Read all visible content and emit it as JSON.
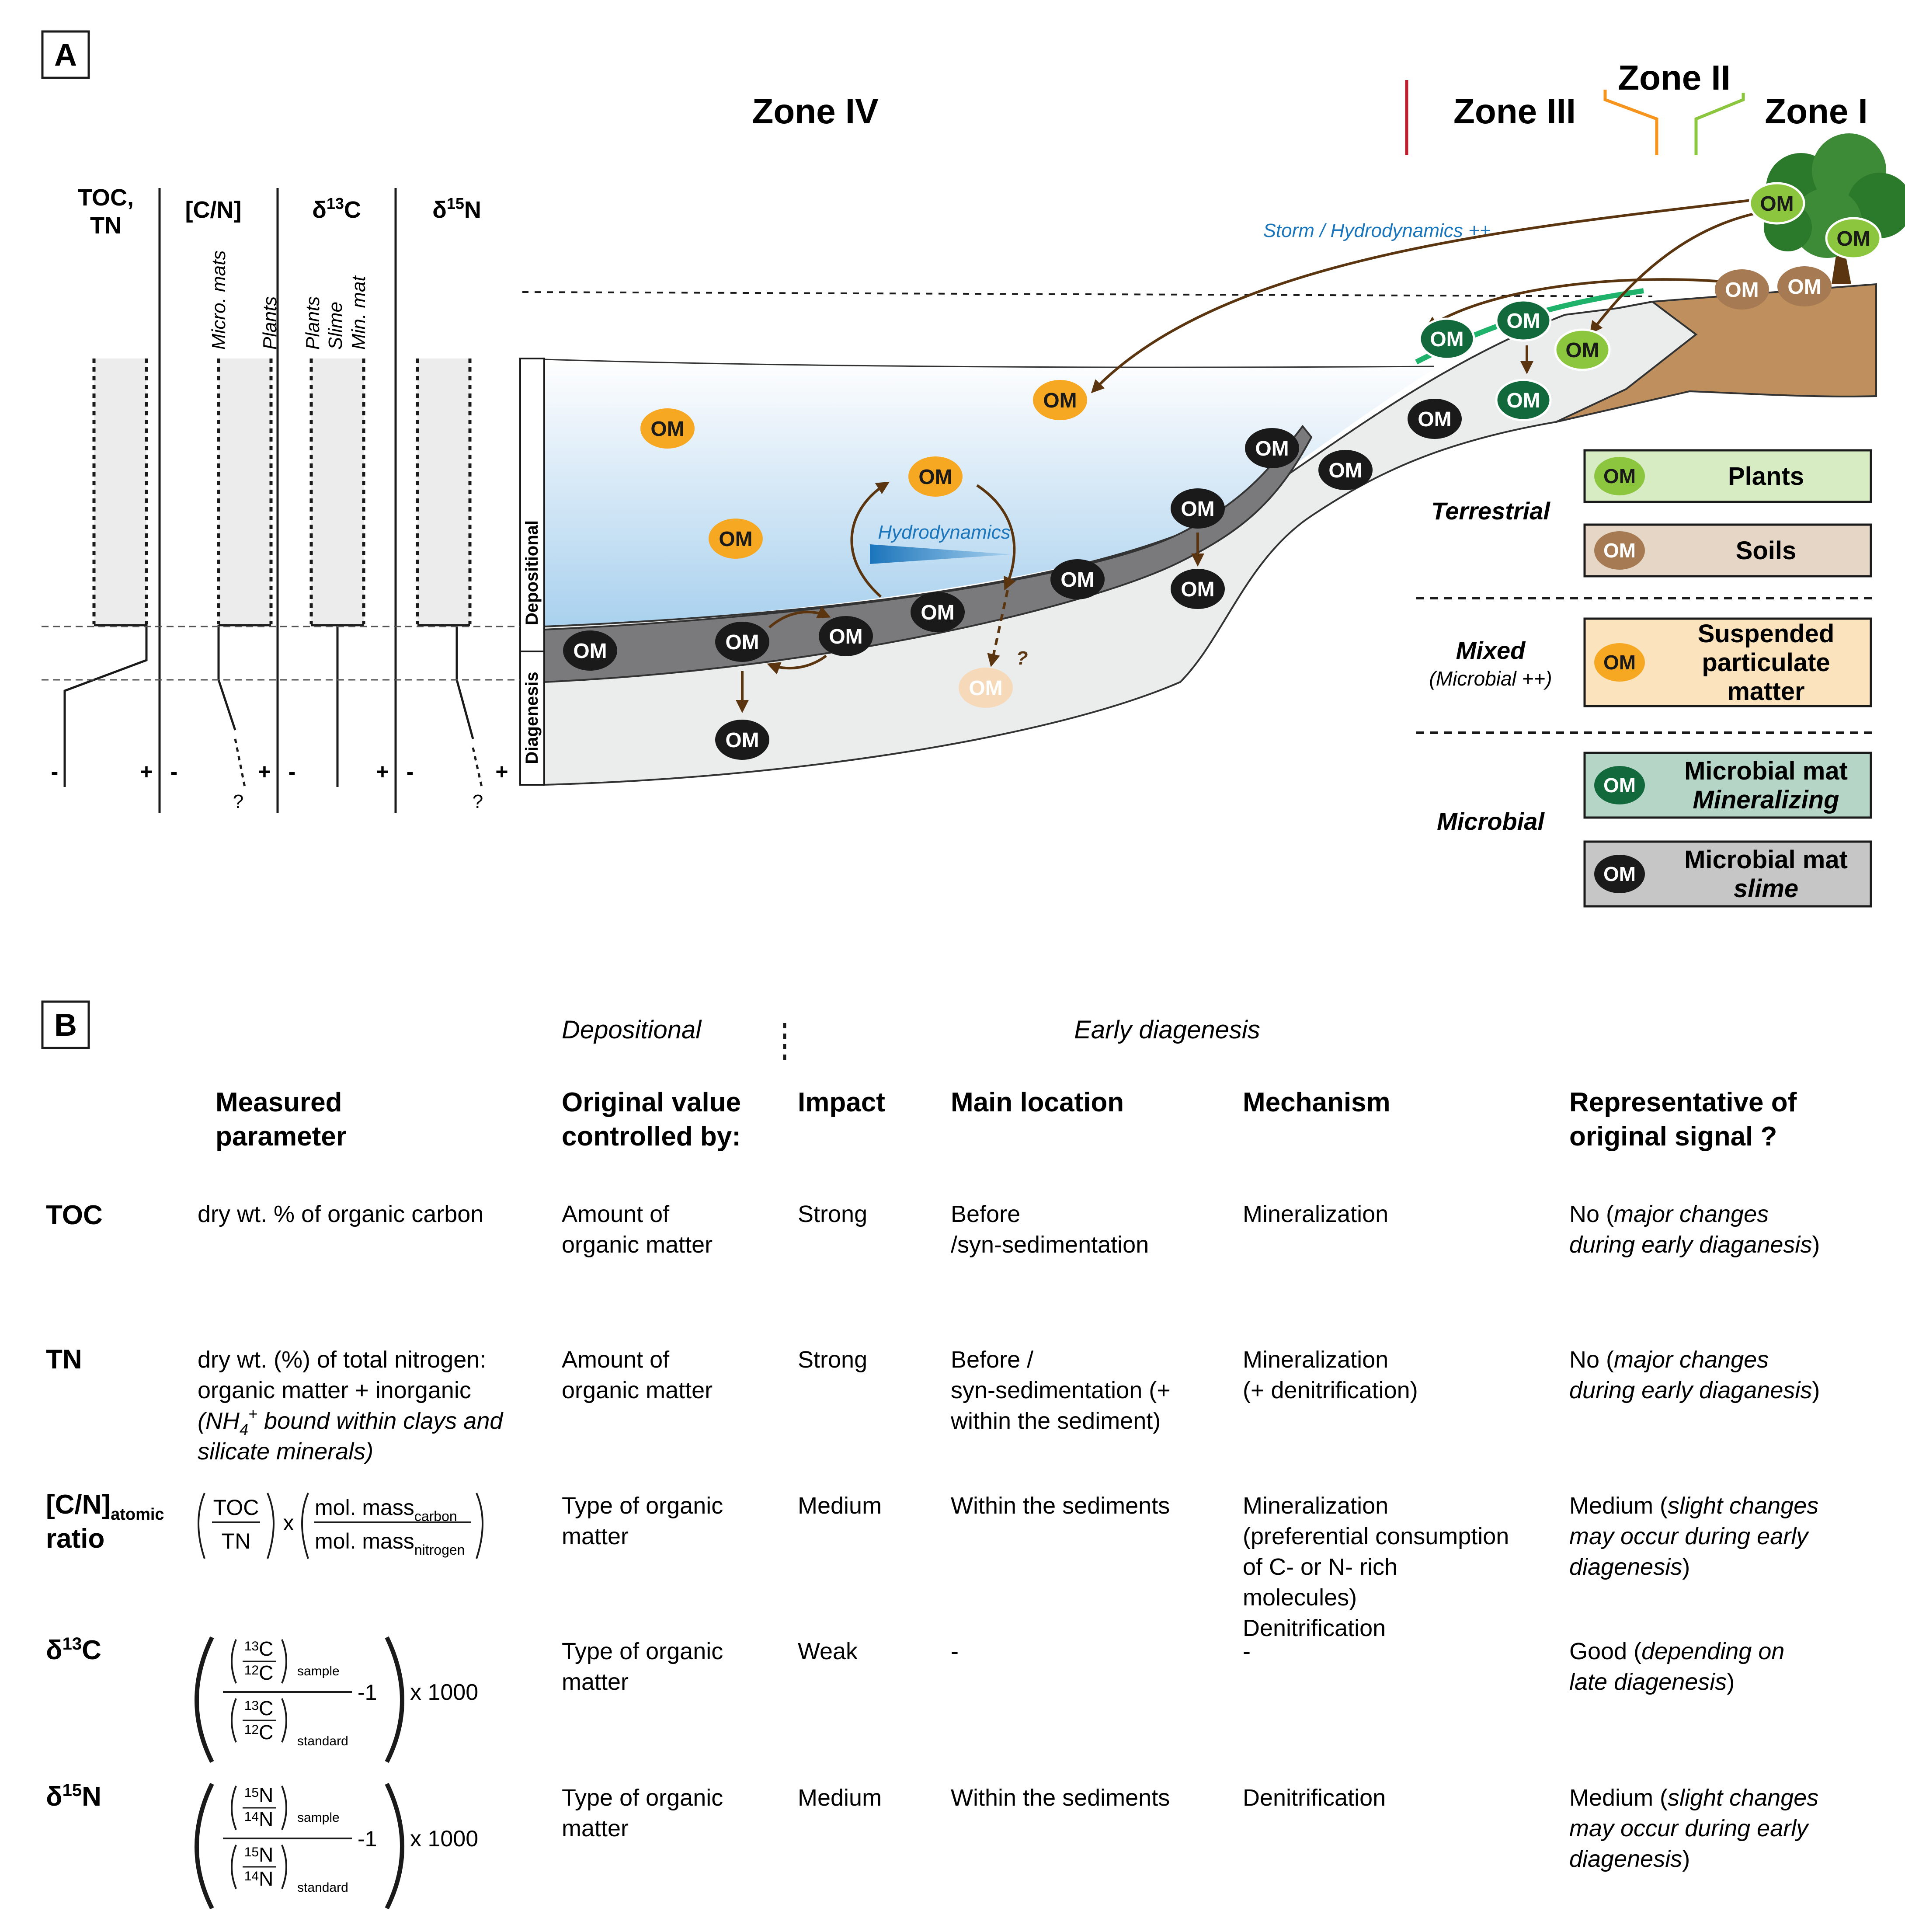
{
  "panel_a": {
    "label": "A",
    "zones": {
      "zone4": "Zone IV",
      "zone3": "Zone III",
      "zone2": "Zone II",
      "zone1": "Zone I"
    },
    "profiles": {
      "toc_tn": [
        "TOC,",
        "TN"
      ],
      "cn": "[C/N]",
      "d13c_delta": "δ",
      "d13c_sup": "13",
      "d13c_el": "C",
      "d15n_delta": "δ",
      "d15n_sup": "15",
      "d15n_el": "N",
      "cn_labels": [
        "Micro. mats",
        "Plants"
      ],
      "d13c_labels": [
        "Plants",
        "Slime",
        "Min. mat"
      ],
      "minus": "-",
      "plus": "+",
      "question": "?"
    },
    "bands": {
      "depositional": "Depositional",
      "diagenesis": "Diagenesis"
    },
    "om": "OM",
    "question": "?",
    "storm_label": "Storm / Hydrodynamics ++",
    "hydro_label": "Hydrodynamics",
    "categories": {
      "terrestrial": "Terrestrial",
      "mixed": "Mixed",
      "mixed_sub": "(Microbial ++)",
      "microbial": "Microbial"
    },
    "legend": [
      {
        "label": "Plants",
        "label2": "",
        "badge": "OM",
        "fill": "#d8ecc4",
        "badge_color": "#8cc63f",
        "text_color": "#1a1a1a"
      },
      {
        "label": "Soils",
        "label2": "",
        "badge": "OM",
        "fill": "#e6d6c6",
        "badge_color": "#a67a52",
        "text_color": "#ffffff"
      },
      {
        "label": "Suspended",
        "label2": "particulate",
        "label3": "matter",
        "badge": "OM",
        "fill": "#fbe3bd",
        "badge_color": "#f7a823",
        "text_color": "#1a1a1a"
      },
      {
        "label": "Microbial mat",
        "label2": "Mineralizing",
        "badge": "OM",
        "fill": "#b5d5c6",
        "badge_color": "#11693c",
        "text_color": "#ffffff"
      },
      {
        "label": "Microbial mat",
        "label2": "slime",
        "badge": "OM",
        "fill": "#c6c6c6",
        "badge_color": "#1a1a1a",
        "text_color": "#ffffff"
      }
    ],
    "colors": {
      "water": "#a9d1ee",
      "dark_sediment": "#7a7a7c",
      "light_sediment": "#ebedec",
      "soil": "#bf905e",
      "arrow": "#5a3510",
      "hydro_blue": "#1b75bb",
      "zone3_line": "#be1e2d",
      "zone2_line": "#f7941d",
      "zone1_line": "#8cc63f"
    }
  },
  "panel_b": {
    "label": "B",
    "phase_depositional": "Depositional",
    "phase_early": "Early diagenesis",
    "headers": {
      "measured": [
        "Measured",
        "parameter"
      ],
      "original": [
        "Original value",
        "controlled by:"
      ],
      "impact": "Impact",
      "location": "Main location",
      "mechanism": "Mechanism",
      "representative": [
        "Representative of",
        "original signal ?"
      ]
    },
    "rows": {
      "toc": {
        "name": "TOC",
        "param": "dry wt. % of organic carbon",
        "original": [
          "Amount of",
          "organic matter"
        ],
        "impact": "Strong",
        "location": [
          "Before",
          "/syn-sedimentation"
        ],
        "mechanism": [
          "Mineralization"
        ],
        "rep_a": "No (",
        "rep_b": "major changes",
        "rep_c": "during early diaganesis",
        "rep_d": ")"
      },
      "tn": {
        "name": "TN",
        "param1": "dry wt. (%) of total nitrogen:",
        "param2": "organic matter + inorganic",
        "param3a": "(NH",
        "param3b": "4",
        "param3c": "+",
        "param3d": " bound within clays and",
        "param4": "silicate minerals)",
        "original": [
          "Amount of",
          "organic matter"
        ],
        "impact": "Strong",
        "location": [
          "Before /",
          "syn-sedimentation (+",
          "within the sediment)"
        ],
        "mechanism": [
          "Mineralization",
          "(+ denitrification)"
        ],
        "rep_a": "No (",
        "rep_b": "major changes",
        "rep_c": "during early diaganesis",
        "rep_d": ")"
      },
      "cn": {
        "name1": "[C/N]",
        "name_sub": "atomic",
        "name2": "ratio",
        "f_toc": "TOC",
        "f_tn": "TN",
        "f_x": "x",
        "f_mol": "mol. mass",
        "f_carbon": "carbon",
        "f_nitrogen": "nitrogen",
        "original": [
          "Type of organic",
          "matter"
        ],
        "impact": "Medium",
        "location": [
          "Within the sediments"
        ],
        "mechanism": [
          "Mineralization",
          "(preferential consumption",
          "of C- or N- rich",
          "molecules)",
          "Denitrification"
        ],
        "rep_a": "Medium (",
        "rep_b": "slight changes",
        "rep_c": "may occur during early",
        "rep_c2": "diagenesis",
        "rep_d": ")"
      },
      "d13c": {
        "name_delta": "δ",
        "name_sup": "13",
        "name_el": "C",
        "f_heavy": "13",
        "f_light": "12",
        "f_el": "C",
        "f_sample": "sample",
        "f_standard": "standard",
        "f_minus1": "-1",
        "f_mult": "x 1000",
        "original": [
          "Type of organic",
          "matter"
        ],
        "impact": "Weak",
        "location": [
          "-"
        ],
        "mechanism": [
          "-"
        ],
        "rep_a": "Good (",
        "rep_b": "depending on",
        "rep_c": "late diagenesis",
        "rep_d": ")"
      },
      "d15n": {
        "name_delta": "δ",
        "name_sup": "15",
        "name_el": "N",
        "f_heavy": "15",
        "f_light": "14",
        "f_el": "N",
        "f_sample": "sample",
        "f_standard": "standard",
        "f_minus1": "-1",
        "f_mult": "x 1000",
        "original": [
          "Type of organic",
          "matter"
        ],
        "impact": "Medium",
        "location": [
          "Within the sediments"
        ],
        "mechanism": [
          "Denitrification"
        ],
        "rep_a": "Medium (",
        "rep_b": "slight changes",
        "rep_c": "may occur during early",
        "rep_c2": "diagenesis",
        "rep_d": ")"
      }
    }
  }
}
